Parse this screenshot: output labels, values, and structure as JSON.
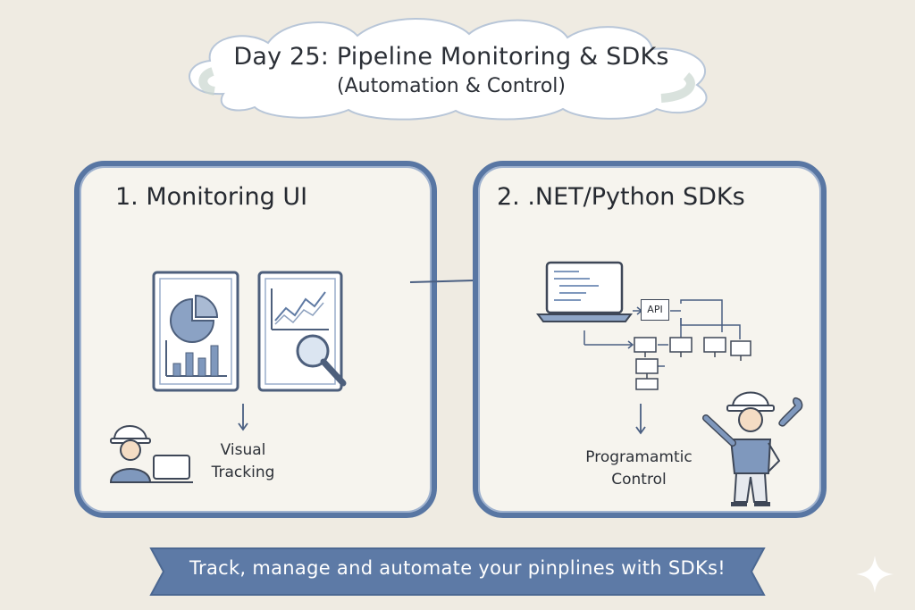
{
  "title": {
    "line1": "Day 25: Pipeline Monitoring & SDKs",
    "line2": "(Automation & Control)"
  },
  "left_panel": {
    "heading": "1. Monitoring UI",
    "caption_line1": "Visual",
    "caption_line2": "Tracking"
  },
  "right_panel": {
    "heading": "2. .NET/Python SDKs",
    "api_label": "API",
    "caption_line1": "Programamtic",
    "caption_line2": "Control"
  },
  "banner": {
    "text": "Track, manage and automate your pinplines with SDKs!"
  },
  "colors": {
    "background": "#efebe2",
    "panel_border": "#5876a3",
    "banner": "#5d7aa6",
    "icon_blue": "#7f98bd"
  }
}
